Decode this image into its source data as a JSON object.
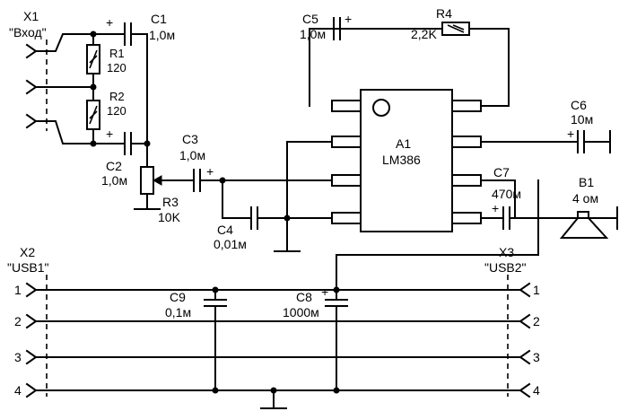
{
  "connectors": {
    "x1": {
      "ref": "X1",
      "name": "\"Вход\""
    },
    "x2": {
      "ref": "X2",
      "name": "\"USB1\""
    },
    "x3": {
      "ref": "X3",
      "name": "\"USB2\""
    }
  },
  "pins": {
    "p1": "1",
    "p2": "2",
    "p3": "3",
    "p4": "4"
  },
  "components": {
    "c1": {
      "ref": "C1",
      "value": "1,0м"
    },
    "c2": {
      "ref": "C2",
      "value": "1,0м"
    },
    "c3": {
      "ref": "C3",
      "value": "1,0м"
    },
    "c4": {
      "ref": "C4",
      "value": "0,01м"
    },
    "c5": {
      "ref": "C5",
      "value": "1,0м"
    },
    "c6": {
      "ref": "C6",
      "value": "10м"
    },
    "c7": {
      "ref": "C7",
      "value": "470м"
    },
    "c8": {
      "ref": "C8",
      "value": "1000м"
    },
    "c9": {
      "ref": "C9",
      "value": "0,1м"
    },
    "r1": {
      "ref": "R1",
      "value": "120"
    },
    "r2": {
      "ref": "R2",
      "value": "120"
    },
    "r3": {
      "ref": "R3",
      "value": "10K"
    },
    "r4": {
      "ref": "R4",
      "value": "2,2K"
    },
    "a1": {
      "ref": "A1",
      "part": "LM386"
    },
    "b1": {
      "ref": "B1",
      "value": "4 ом"
    }
  },
  "polarity_mark": "+"
}
